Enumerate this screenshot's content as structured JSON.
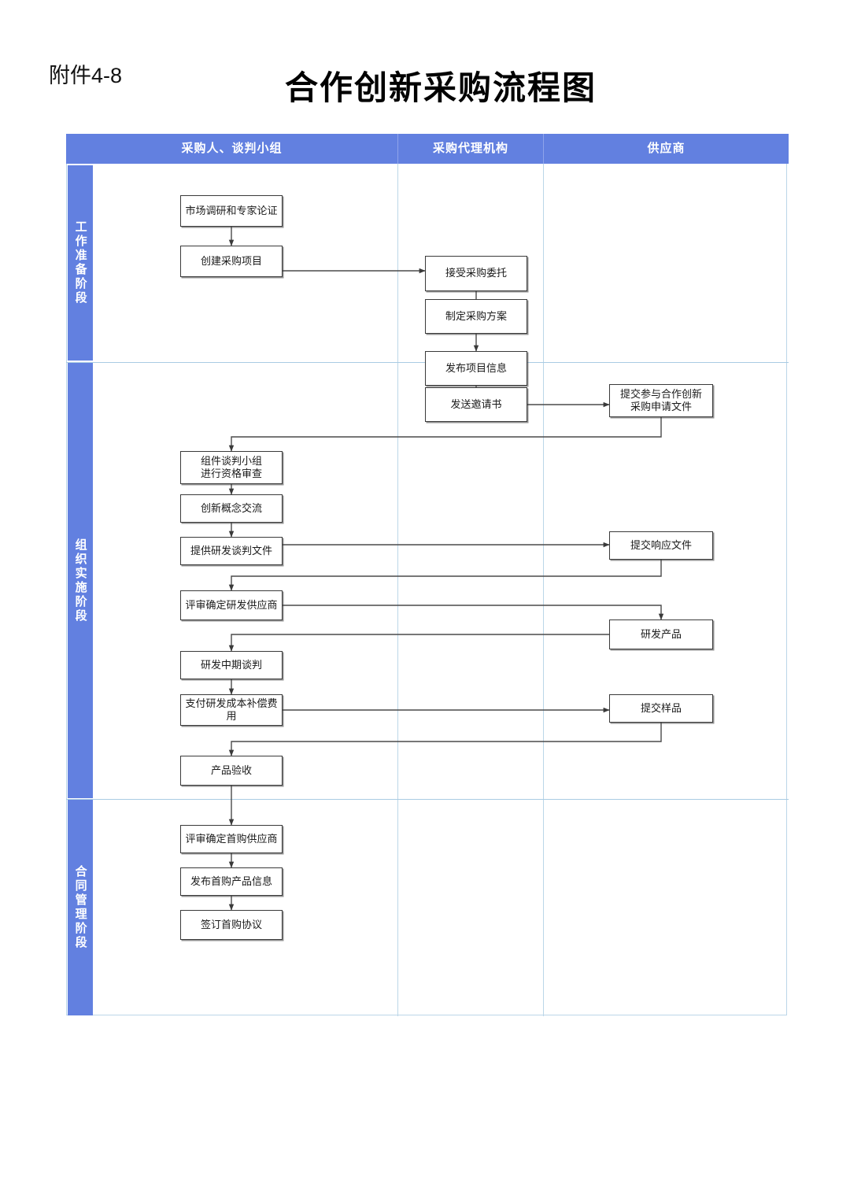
{
  "document": {
    "attachment_label": "附件4-8",
    "title": "合作创新采购流程图"
  },
  "colors": {
    "header_band": "#6280E0",
    "phase_rail": "#6280E0",
    "grid_line": "#BBD6E8",
    "node_border": "#3a3a3a",
    "connector": "#4a4a4a",
    "page_background": "#FFFFFF"
  },
  "chart_data": {
    "type": "flowchart",
    "title": "合作创新采购流程图",
    "orientation": "swimlane-vertical",
    "columns": [
      {
        "id": "buyer",
        "label": "采购人、谈判小组"
      },
      {
        "id": "agency",
        "label": "采购代理机构"
      },
      {
        "id": "supplier",
        "label": "供应商"
      }
    ],
    "phases": [
      {
        "id": "prep",
        "label": "工作准备阶段"
      },
      {
        "id": "implement",
        "label": "组织实施阶段"
      },
      {
        "id": "contract",
        "label": "合同管理阶段"
      }
    ],
    "nodes": [
      {
        "id": "n1",
        "label": "市场调研和专家论证",
        "column": "buyer",
        "phase": "prep"
      },
      {
        "id": "n2",
        "label": "创建采购项目",
        "column": "buyer",
        "phase": "prep"
      },
      {
        "id": "n3",
        "label": "接受采购委托",
        "column": "agency",
        "phase": "prep"
      },
      {
        "id": "n4",
        "label": "制定采购方案",
        "column": "agency",
        "phase": "prep"
      },
      {
        "id": "n5",
        "label": "发布项目信息",
        "column": "agency",
        "phase": "prep"
      },
      {
        "id": "n6",
        "label": "发送邀请书",
        "column": "agency",
        "phase": "implement"
      },
      {
        "id": "n7",
        "label": "提交参与合作创新\n采购申请文件",
        "column": "supplier",
        "phase": "implement"
      },
      {
        "id": "n8",
        "label": "组件谈判小组\n进行资格审查",
        "column": "buyer",
        "phase": "implement"
      },
      {
        "id": "n9",
        "label": "创新概念交流",
        "column": "buyer",
        "phase": "implement"
      },
      {
        "id": "n10",
        "label": "提供研发谈判文件",
        "column": "buyer",
        "phase": "implement"
      },
      {
        "id": "n11",
        "label": "提交响应文件",
        "column": "supplier",
        "phase": "implement"
      },
      {
        "id": "n12",
        "label": "评审确定研发供应商",
        "column": "buyer",
        "phase": "implement"
      },
      {
        "id": "n13",
        "label": "研发产品",
        "column": "supplier",
        "phase": "implement"
      },
      {
        "id": "n14",
        "label": "研发中期谈判",
        "column": "buyer",
        "phase": "implement"
      },
      {
        "id": "n15",
        "label": "支付研发成本补偿费\n用",
        "column": "buyer",
        "phase": "implement"
      },
      {
        "id": "n16",
        "label": "提交样品",
        "column": "supplier",
        "phase": "implement"
      },
      {
        "id": "n17",
        "label": "产品验收",
        "column": "buyer",
        "phase": "implement"
      },
      {
        "id": "n18",
        "label": "评审确定首购供应商",
        "column": "buyer",
        "phase": "contract"
      },
      {
        "id": "n19",
        "label": "发布首购产品信息",
        "column": "buyer",
        "phase": "contract"
      },
      {
        "id": "n20",
        "label": "签订首购协议",
        "column": "buyer",
        "phase": "contract"
      }
    ],
    "edges": [
      {
        "from": "n1",
        "to": "n2"
      },
      {
        "from": "n2",
        "to": "n3"
      },
      {
        "from": "n3",
        "to": "n4"
      },
      {
        "from": "n4",
        "to": "n5"
      },
      {
        "from": "n5",
        "to": "n6"
      },
      {
        "from": "n6",
        "to": "n7"
      },
      {
        "from": "n7",
        "to": "n8"
      },
      {
        "from": "n8",
        "to": "n9"
      },
      {
        "from": "n9",
        "to": "n10"
      },
      {
        "from": "n10",
        "to": "n11"
      },
      {
        "from": "n11",
        "to": "n12"
      },
      {
        "from": "n12",
        "to": "n13"
      },
      {
        "from": "n13",
        "to": "n14"
      },
      {
        "from": "n14",
        "to": "n15"
      },
      {
        "from": "n15",
        "to": "n16"
      },
      {
        "from": "n16",
        "to": "n17"
      },
      {
        "from": "n17",
        "to": "n18"
      },
      {
        "from": "n18",
        "to": "n19"
      },
      {
        "from": "n19",
        "to": "n20"
      }
    ]
  }
}
